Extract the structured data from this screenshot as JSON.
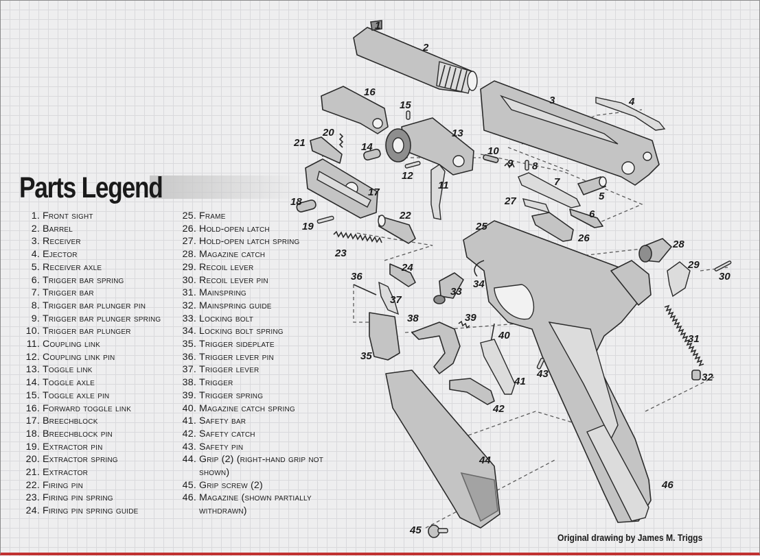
{
  "legend": {
    "title": "Parts Legend",
    "column_1": [
      {
        "number": "1.",
        "label": "Front sight"
      },
      {
        "number": "2.",
        "label": "Barrel"
      },
      {
        "number": "3.",
        "label": "Receiver"
      },
      {
        "number": "4.",
        "label": "Ejector"
      },
      {
        "number": "5.",
        "label": "Receiver axle"
      },
      {
        "number": "6.",
        "label": "Trigger bar spring"
      },
      {
        "number": "7.",
        "label": "Trigger bar"
      },
      {
        "number": "8.",
        "label": "Trigger bar plunger pin"
      },
      {
        "number": "9.",
        "label": "Trigger bar plunger spring"
      },
      {
        "number": "10.",
        "label": "Trigger bar plunger"
      },
      {
        "number": "11.",
        "label": "Coupling link"
      },
      {
        "number": "12.",
        "label": "Coupling link pin"
      },
      {
        "number": "13.",
        "label": "Toggle link"
      },
      {
        "number": "14.",
        "label": "Toggle axle"
      },
      {
        "number": "15.",
        "label": "Toggle axle pin"
      },
      {
        "number": "16.",
        "label": "Forward toggle link"
      },
      {
        "number": "17.",
        "label": "Breechblock"
      },
      {
        "number": "18.",
        "label": "Breechblock pin"
      },
      {
        "number": "19.",
        "label": "Extractor pin"
      },
      {
        "number": "20.",
        "label": "Extractor spring"
      },
      {
        "number": "21.",
        "label": "Extractor"
      },
      {
        "number": "22.",
        "label": "Firing pin"
      },
      {
        "number": "23.",
        "label": "Firing pin spring"
      },
      {
        "number": "24.",
        "label": "Firing pin spring guide"
      }
    ],
    "column_2": [
      {
        "number": "25.",
        "label": "Frame"
      },
      {
        "number": "26.",
        "label": "Hold-open latch"
      },
      {
        "number": "27.",
        "label": "Hold-open latch spring"
      },
      {
        "number": "28.",
        "label": "Magazine catch"
      },
      {
        "number": "29.",
        "label": "Recoil lever"
      },
      {
        "number": "30.",
        "label": "Recoil lever pin"
      },
      {
        "number": "31.",
        "label": "Mainspring"
      },
      {
        "number": "32.",
        "label": "Mainspring guide"
      },
      {
        "number": "33.",
        "label": "Locking bolt"
      },
      {
        "number": "34.",
        "label": "Locking bolt spring"
      },
      {
        "number": "35.",
        "label": "Trigger sideplate"
      },
      {
        "number": "36.",
        "label": "Trigger lever pin"
      },
      {
        "number": "37.",
        "label": "Trigger lever"
      },
      {
        "number": "38.",
        "label": "Trigger"
      },
      {
        "number": "39.",
        "label": "Trigger spring"
      },
      {
        "number": "40.",
        "label": "Magazine catch spring"
      },
      {
        "number": "41.",
        "label": "Safety bar"
      },
      {
        "number": "42.",
        "label": "Safety catch"
      },
      {
        "number": "43.",
        "label": "Safety pin"
      },
      {
        "number": "44.",
        "label": "Grip (2) (right-hand grip not shown)"
      },
      {
        "number": "45.",
        "label": "Grip screw (2)"
      },
      {
        "number": "46.",
        "label": "Magazine (shown partially withdrawn)"
      }
    ]
  },
  "callouts": [
    "1",
    "2",
    "3",
    "4",
    "5",
    "6",
    "7",
    "8",
    "9",
    "10",
    "11",
    "12",
    "13",
    "14",
    "15",
    "16",
    "17",
    "18",
    "19",
    "20",
    "21",
    "22",
    "23",
    "24",
    "25",
    "26",
    "27",
    "28",
    "29",
    "30",
    "31",
    "32",
    "33",
    "34",
    "35",
    "36",
    "37",
    "38",
    "39",
    "40",
    "41",
    "42",
    "43",
    "44",
    "45",
    "46"
  ],
  "credit": "Original drawing by James M. Triggs",
  "colors": {
    "background": "#eeeeef",
    "grid": "#d9d9dc",
    "part_fill": "#c4c4c4",
    "outline": "#2a2a2a",
    "bottom_rule": "#c03030"
  }
}
